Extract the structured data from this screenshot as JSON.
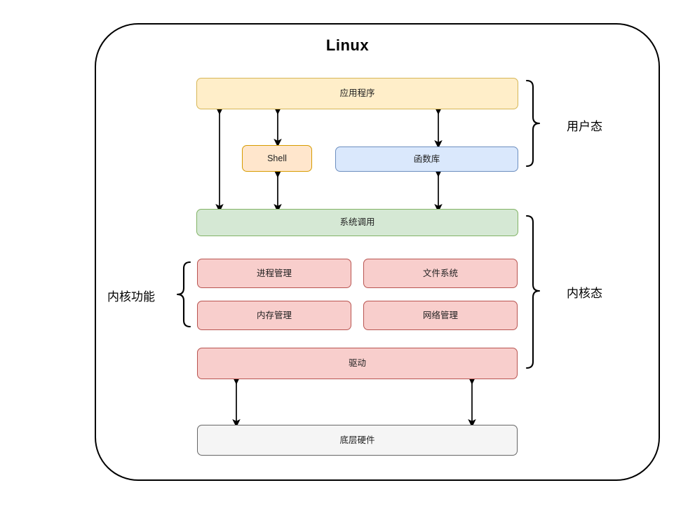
{
  "diagram": {
    "title": "Linux",
    "nodes": {
      "application": {
        "label": "应用程序"
      },
      "shell": {
        "label": "Shell"
      },
      "library": {
        "label": "函数库"
      },
      "syscall": {
        "label": "系统调用"
      },
      "process_mgmt": {
        "label": "进程管理"
      },
      "file_system": {
        "label": "文件系统"
      },
      "memory_mgmt": {
        "label": "内存管理"
      },
      "network_mgmt": {
        "label": "网络管理"
      },
      "driver": {
        "label": "驱动"
      },
      "hardware": {
        "label": "底层硬件"
      }
    },
    "braces": {
      "user_mode": {
        "label": "用户态"
      },
      "kernel_mode": {
        "label": "内核态"
      },
      "kernel_functions": {
        "label": "内核功能"
      }
    },
    "colors": {
      "application_fill": "#ffeec9",
      "application_stroke": "#d6b656",
      "shell_fill": "#ffe6cc",
      "shell_stroke": "#d79b00",
      "library_fill": "#dae8fc",
      "library_stroke": "#6c8ebf",
      "syscall_fill": "#d5e8d4",
      "syscall_stroke": "#82b366",
      "kernel_fill": "#f8cecc",
      "kernel_stroke": "#b85450",
      "hardware_fill": "#f5f5f5",
      "hardware_stroke": "#666666",
      "frame_stroke": "#000000",
      "arrow_stroke": "#000000"
    }
  }
}
